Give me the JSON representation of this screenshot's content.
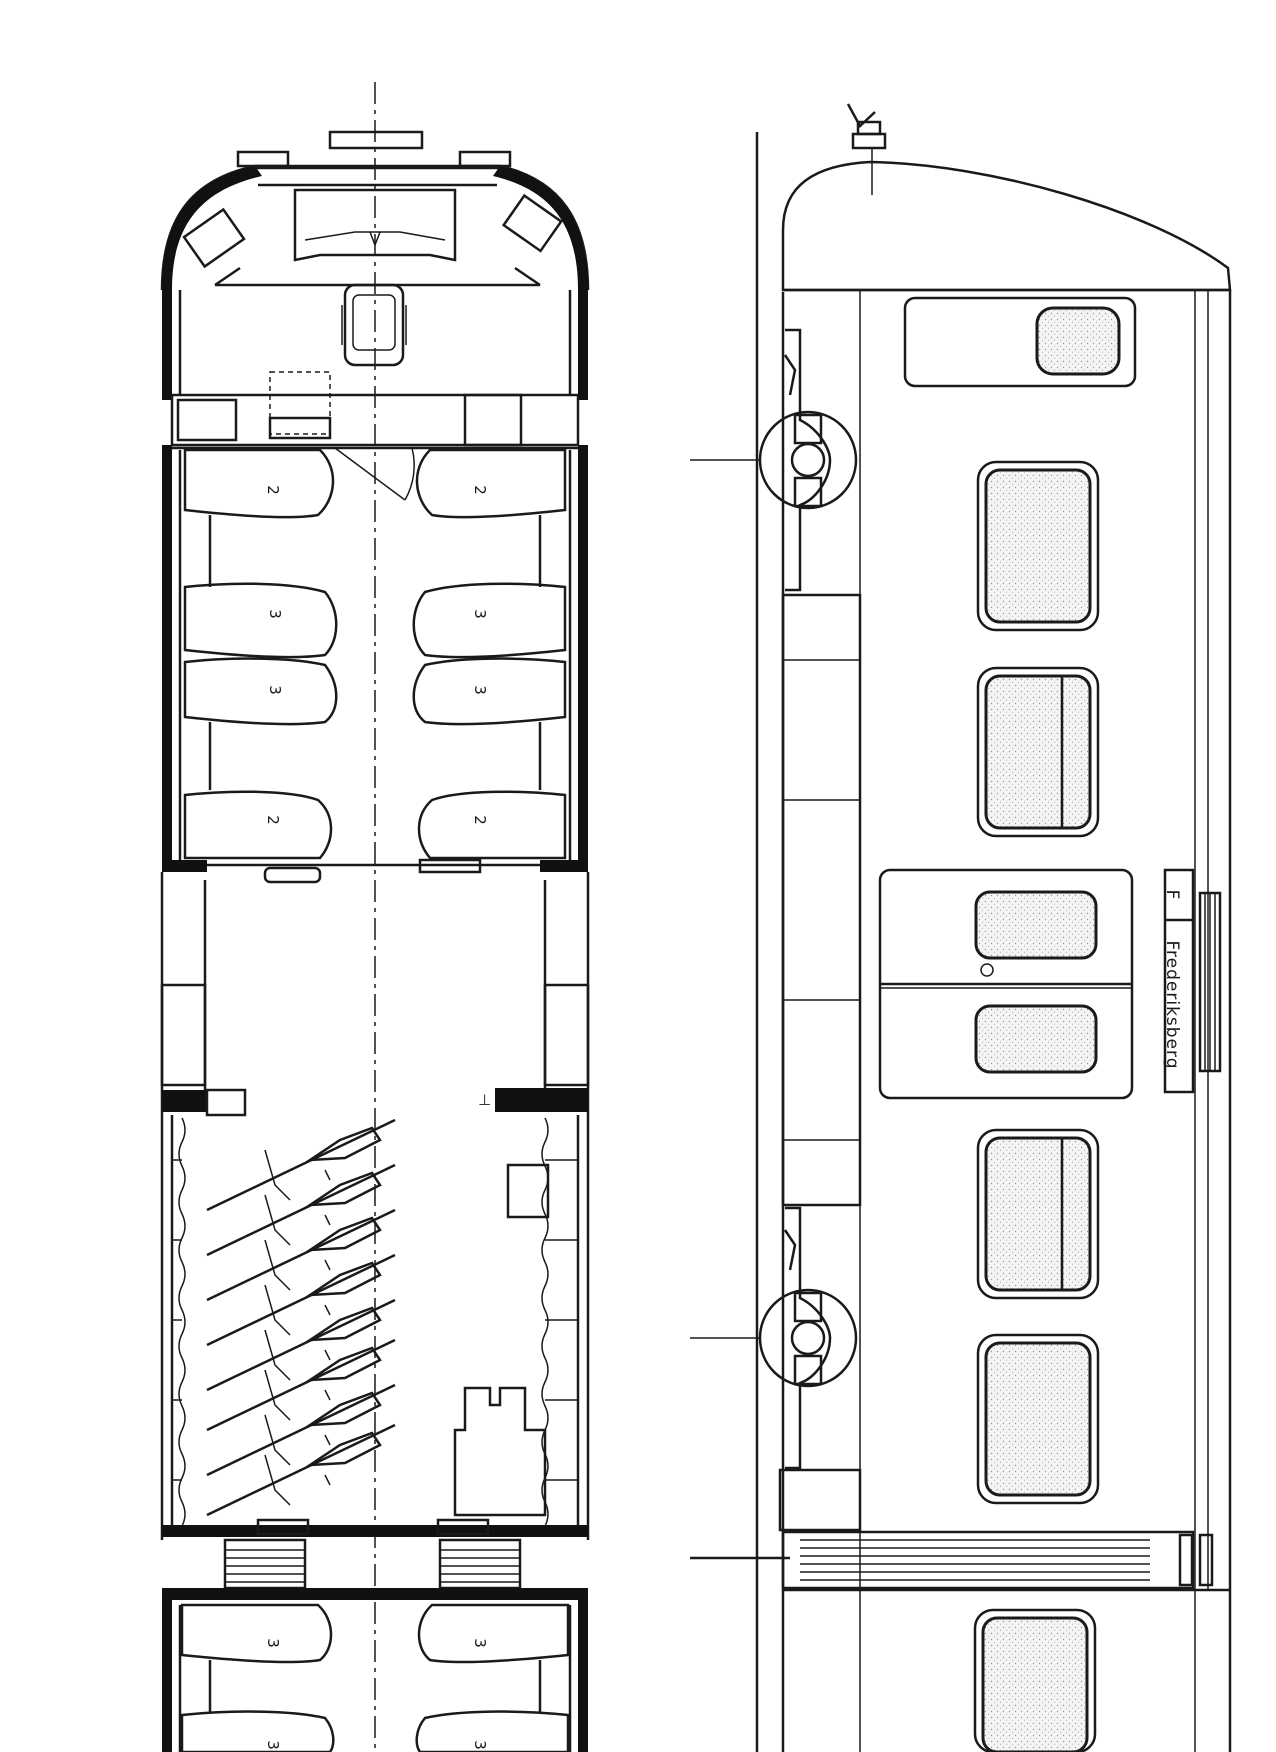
{
  "seat_labels": {
    "front_left": "2",
    "front_right": "2",
    "mid_left_1": "3",
    "mid_right_1": "3",
    "mid_left_2": "3",
    "mid_right_2": "3",
    "rear_left": "2",
    "rear_right": "2",
    "next_left_1": "3",
    "next_right_1": "3",
    "next_left_2": "3",
    "next_right_2": "3"
  },
  "destination_sign": {
    "line": "F",
    "destination": "Frederiksberg"
  },
  "colors": {
    "ink": "#1a1a1a",
    "paper": "#ffffff"
  }
}
